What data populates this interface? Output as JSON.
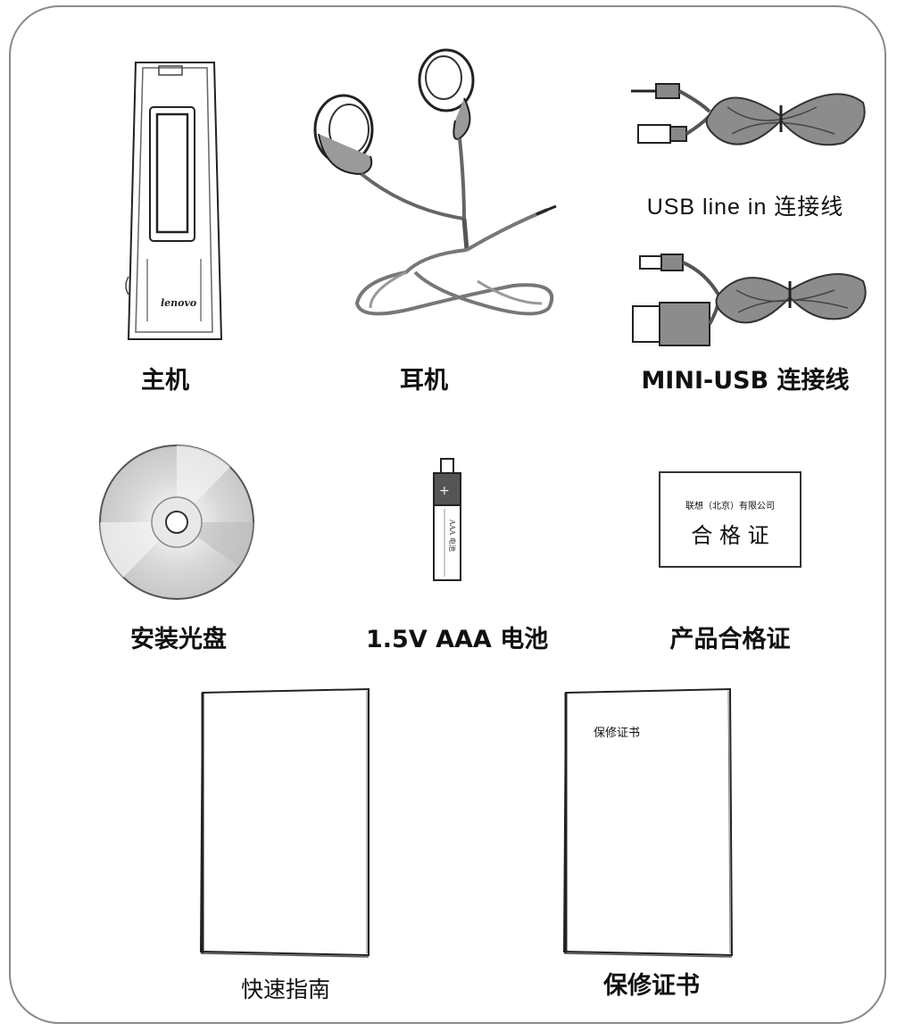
{
  "items": {
    "player": {
      "label": "主机",
      "logo_text": "lenovo"
    },
    "earphones": {
      "label": "耳机"
    },
    "usb_line_in": {
      "label": "USB line in 连接线"
    },
    "mini_usb": {
      "label": "MINI-USB 连接线"
    },
    "cd": {
      "label": "安装光盘"
    },
    "battery": {
      "label": "1.5V AAA 电池",
      "printed_text": "AAA 电池"
    },
    "certificate": {
      "label": "产品合格证",
      "card_top_text": "联想（北京）有限公司",
      "card_main_text": "合 格 证"
    },
    "quick_guide": {
      "label": "快速指南"
    },
    "warranty": {
      "label": "保修证书",
      "cover_text": "保修证书"
    }
  },
  "colors": {
    "border": "#8a8a8a",
    "cable": "#8c8c8c",
    "outline": "#222222"
  }
}
